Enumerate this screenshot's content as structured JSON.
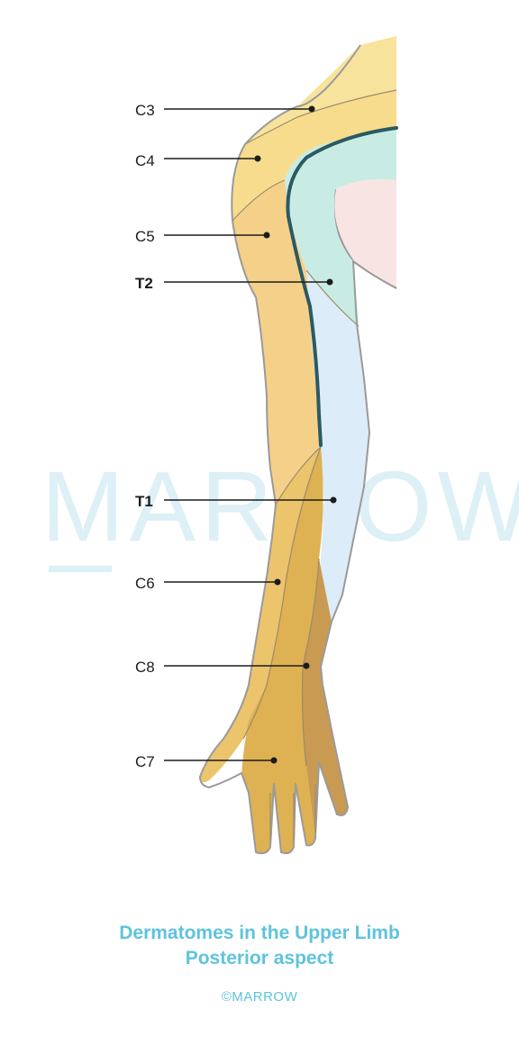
{
  "diagram": {
    "title_line1": "Dermatomes in the Upper Limb",
    "title_line2": "Posterior aspect",
    "copyright": "©MARROW",
    "watermark_text": "MARROW",
    "labels": {
      "c3": "C3",
      "c4": "C4",
      "c5": "C5",
      "t2": "T2",
      "t1": "T1",
      "c6": "C6",
      "c8": "C8",
      "c7": "C7"
    },
    "colors": {
      "c3_c4": "#f6dc8c",
      "c5": "#f5d089",
      "c6": "#ecc46c",
      "c7": "#deb153",
      "c8": "#c99a52",
      "t1": "#dcecf9",
      "t2": "#c8ece4",
      "axilla": "#f9e4e4",
      "caption": "#5ec3de"
    }
  }
}
